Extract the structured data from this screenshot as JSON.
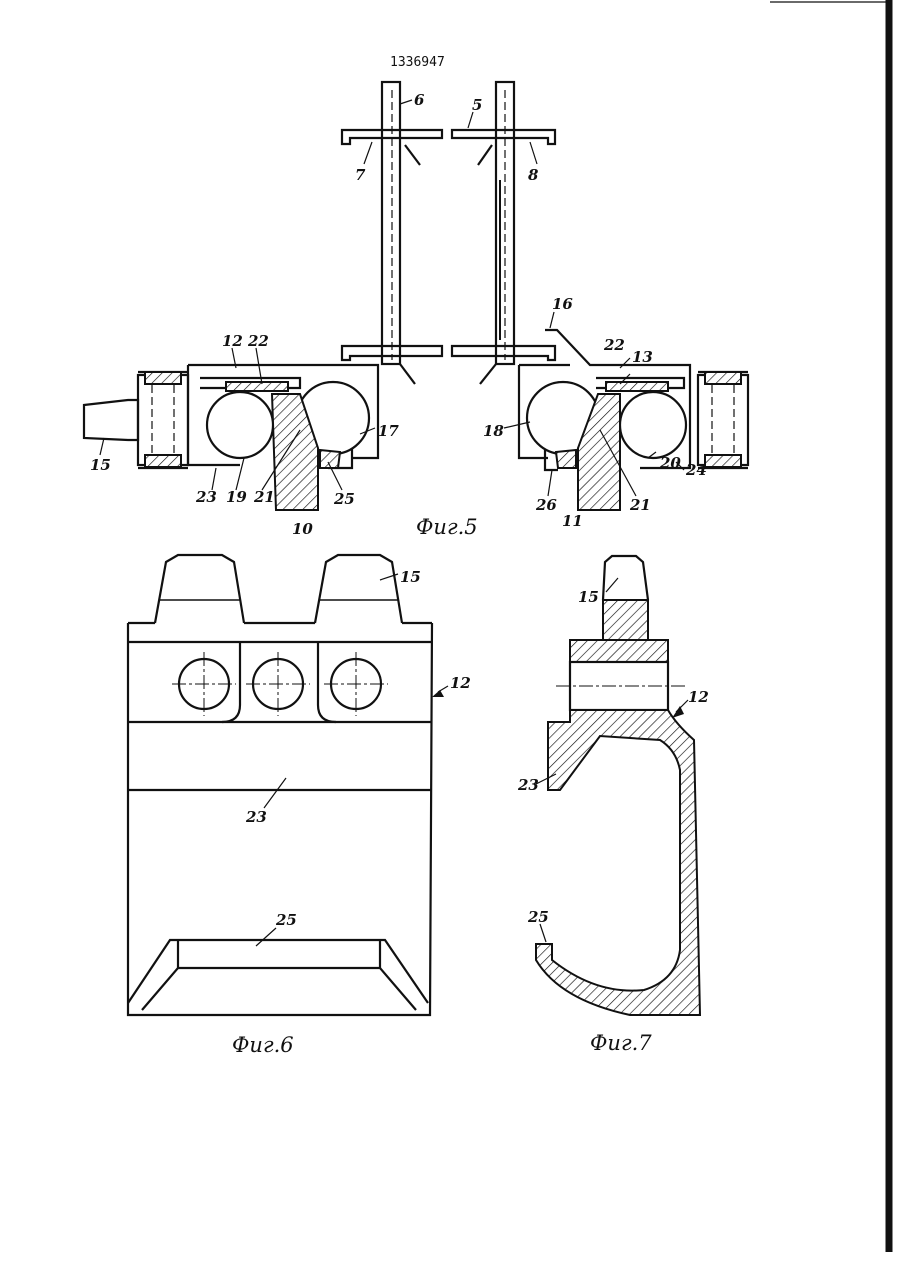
{
  "document": {
    "patent_number": "1336947",
    "figures": [
      {
        "id": "fig5",
        "caption": "Фиг.5",
        "labels": [
          "5",
          "6",
          "7",
          "8",
          "16",
          "12",
          "22",
          "13",
          "22",
          "15",
          "17",
          "18",
          "23",
          "19",
          "21",
          "25",
          "26",
          "21",
          "20",
          "24",
          "10",
          "11"
        ]
      },
      {
        "id": "fig6",
        "caption": "Фиг.6",
        "labels": [
          "15",
          "12",
          "23",
          "25"
        ]
      },
      {
        "id": "fig7",
        "caption": "Фиг.7",
        "labels": [
          "15",
          "12",
          "23",
          "25"
        ]
      }
    ]
  }
}
